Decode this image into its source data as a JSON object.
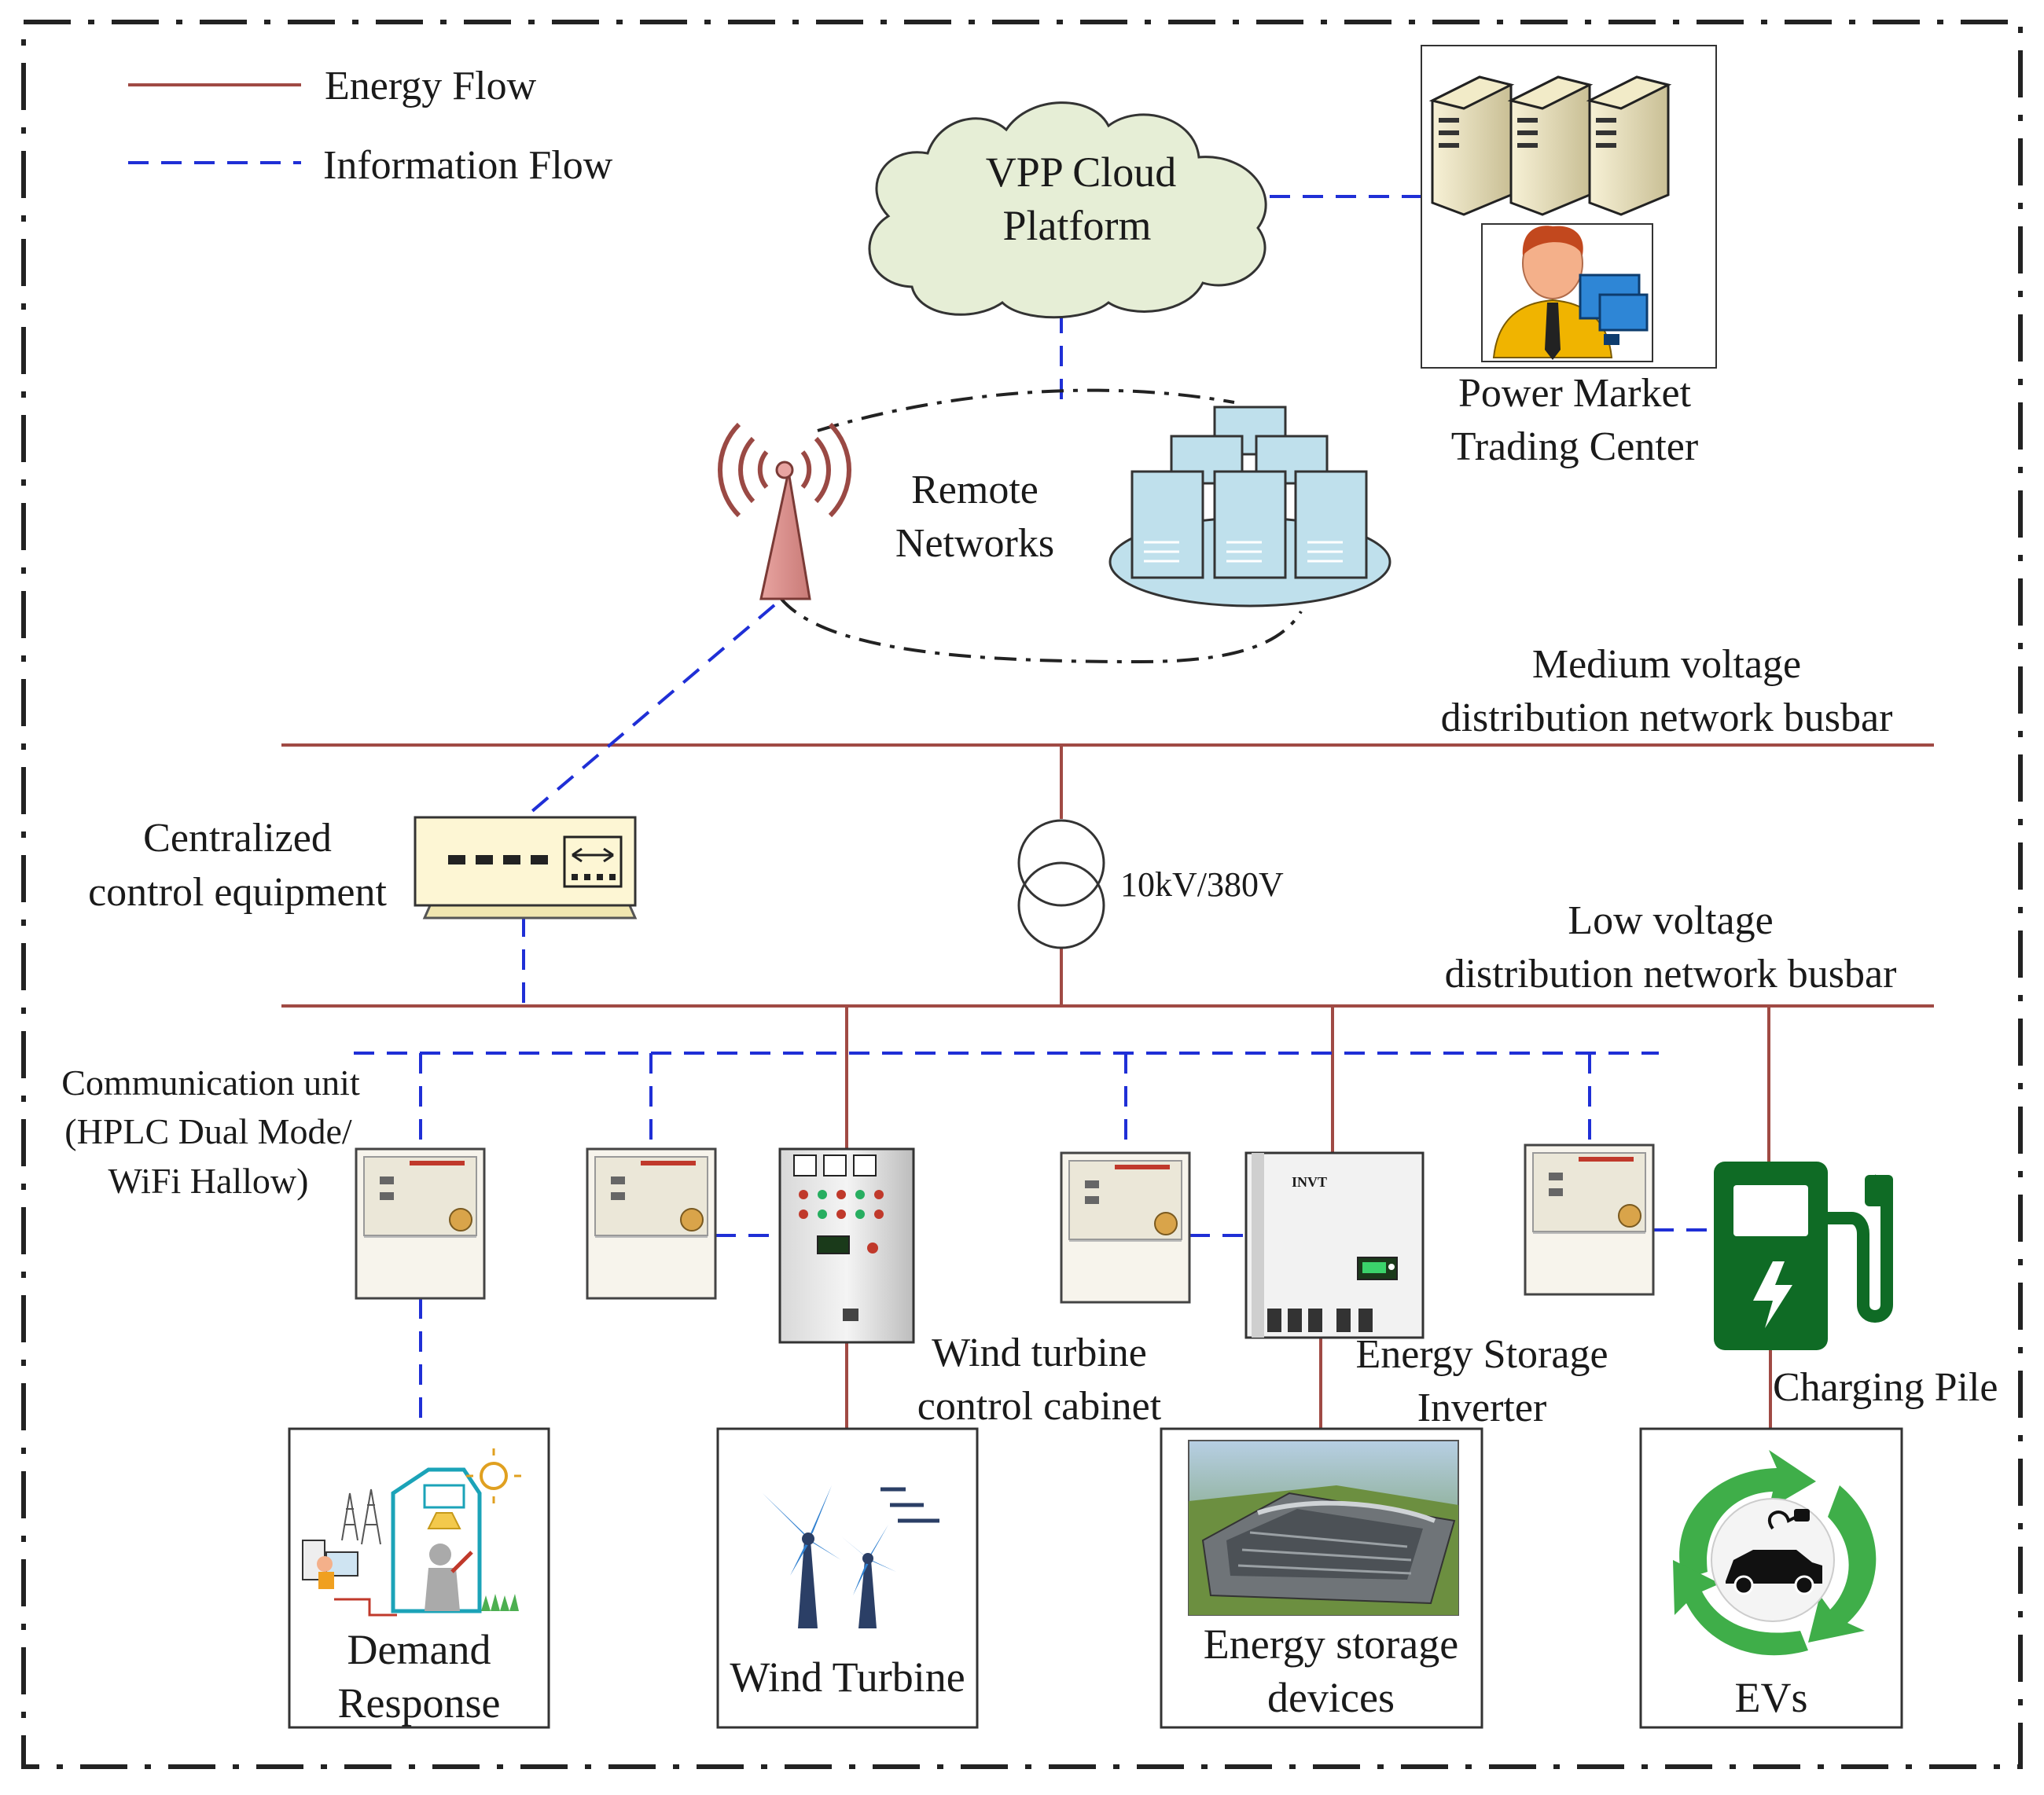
{
  "legend": {
    "energy_flow": "Energy Flow",
    "information_flow": "Information Flow"
  },
  "nodes": {
    "vpp_cloud": {
      "line1": "VPP Cloud",
      "line2": "Platform"
    },
    "power_market": {
      "line1": "Power Market",
      "line2": "Trading Center"
    },
    "remote_networks": {
      "line1": "Remote",
      "line2": "Networks"
    },
    "mv_busbar": {
      "line1": "Medium voltage",
      "line2": "distribution network busbar"
    },
    "lv_busbar": {
      "line1": "Low voltage",
      "line2": "distribution network busbar"
    },
    "centralized_control": {
      "line1": "Centralized",
      "line2": "control equipment"
    },
    "transformer": {
      "label": "10kV/380V"
    },
    "comm_unit": {
      "line1": "Communication unit",
      "line2": "(HPLC Dual Mode/",
      "line3": "WiFi Hallow)"
    },
    "wind_cabinet": {
      "line1": "Wind turbine",
      "line2": "control cabinet"
    },
    "storage_inverter": {
      "line1": "Energy Storage",
      "line2": "Inverter",
      "brand": "INVT"
    },
    "charging_pile": {
      "label": "Charging Pile"
    },
    "demand_response": {
      "line1": "Demand",
      "line2": "Response"
    },
    "wind_turbine": {
      "label": "Wind Turbine"
    },
    "storage_devices": {
      "line1": "Energy storage",
      "line2": "devices"
    },
    "evs": {
      "label": "EVs"
    }
  },
  "colors": {
    "energy_flow": "#a04a44",
    "information_flow": "#1f2fd6",
    "cloud_fill": "#e6eed6",
    "server_blue": "#bfe0ec",
    "charger_green": "#0f6b25",
    "frame": "#222222"
  },
  "icons": [
    "cloud-icon",
    "server-rack-icon",
    "operator-icon",
    "antenna-icon",
    "server-cluster-icon",
    "control-equipment-icon",
    "transformer-icon",
    "meter-icon",
    "control-cabinet-icon",
    "inverter-icon",
    "charging-pile-icon",
    "smart-home-icon",
    "wind-turbine-icon",
    "energy-storage-icon",
    "ev-recycle-icon"
  ]
}
